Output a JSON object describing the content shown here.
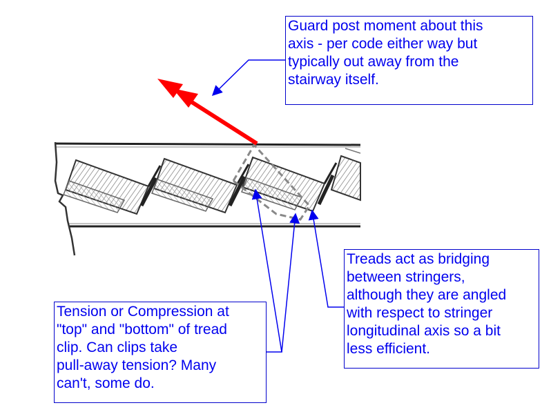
{
  "callouts": {
    "guard_post": "Guard post moment about this\naxis - per code either way but\ntypically out away from the\nstairway itself.",
    "treads": "Treads act as bridging\nbetween stringers,\nalthough they are angled\nwith respect to stringer\nlongitudinal axis so a bit\nless efficient.",
    "tension": "Tension or Compression at\n\"top\" and \"bottom\" of tread\nclip.  Can clips take\npull-away tension?  Many\ncan't, some do."
  },
  "colors": {
    "callout_text": "#0000ee",
    "callout_border": "#0000cc",
    "moment_arrow": "#ff0000",
    "sketch": "#333333",
    "hatch": "#888888"
  },
  "icons": {
    "moment_axis": "double-arrowhead",
    "leaders": "arrow"
  }
}
